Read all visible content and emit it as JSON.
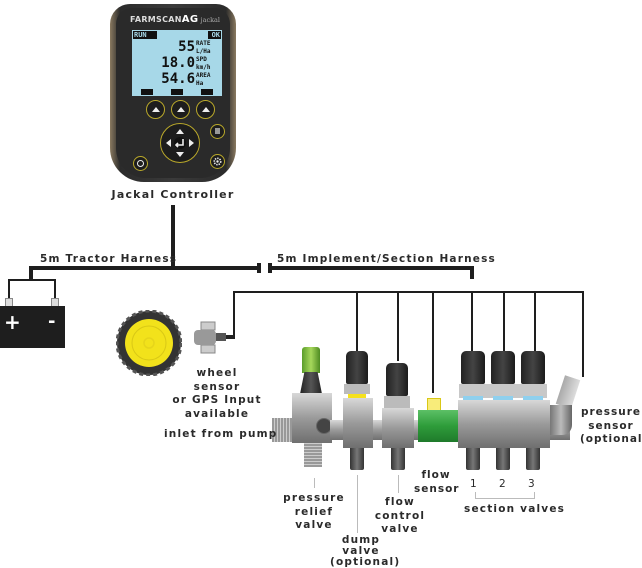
{
  "controller": {
    "brand": "FARMSCAN",
    "brand_suffix": "AG",
    "model": "jackal",
    "label": "Jackal Controller",
    "screen": {
      "status_left": "RUN",
      "status_right": "OK",
      "rows": [
        {
          "value": "55",
          "name": "RATE",
          "unit": "L/Ha"
        },
        {
          "value": "18.0",
          "name": "SPD",
          "unit": "km/h"
        },
        {
          "value": "54.6",
          "name": "AREA",
          "unit": "Ha"
        }
      ],
      "background_color": "#a7d8e8"
    },
    "buttons": [
      "up-1",
      "up-2",
      "up-3",
      "nav-up",
      "nav-down",
      "nav-left",
      "nav-right",
      "enter",
      "menu",
      "power",
      "settings"
    ],
    "button_ring_color": "#b9a82a"
  },
  "harness": {
    "tractor_label": "5m Tractor Harness",
    "implement_label": "5m Implement/Section Harness"
  },
  "battery": {
    "plus": "+",
    "minus": "-"
  },
  "components": {
    "wheel_sensor": "wheel sensor\nor GPS Input\navailable",
    "inlet": "inlet from pump",
    "pressure_relief": "pressure\nrelief\nvalve",
    "dump_valve": "dump\nvalve\n(optional)",
    "flow_control": "flow\ncontrol\nvalve",
    "flow_sensor": "flow\nsensor",
    "section_valves": "section valves",
    "section_numbers": [
      "1",
      "2",
      "3"
    ],
    "pressure_sensor": "pressure\nsensor\n(optional)"
  },
  "colors": {
    "wire": "#1e1e1e",
    "wheel_yellow": "#f2e21b",
    "dump_band": "#f5e11d",
    "section_band": "#8fd0ee",
    "flow_sensor_green": "#2e9c3a",
    "relief_knob": "#8cc63f"
  }
}
